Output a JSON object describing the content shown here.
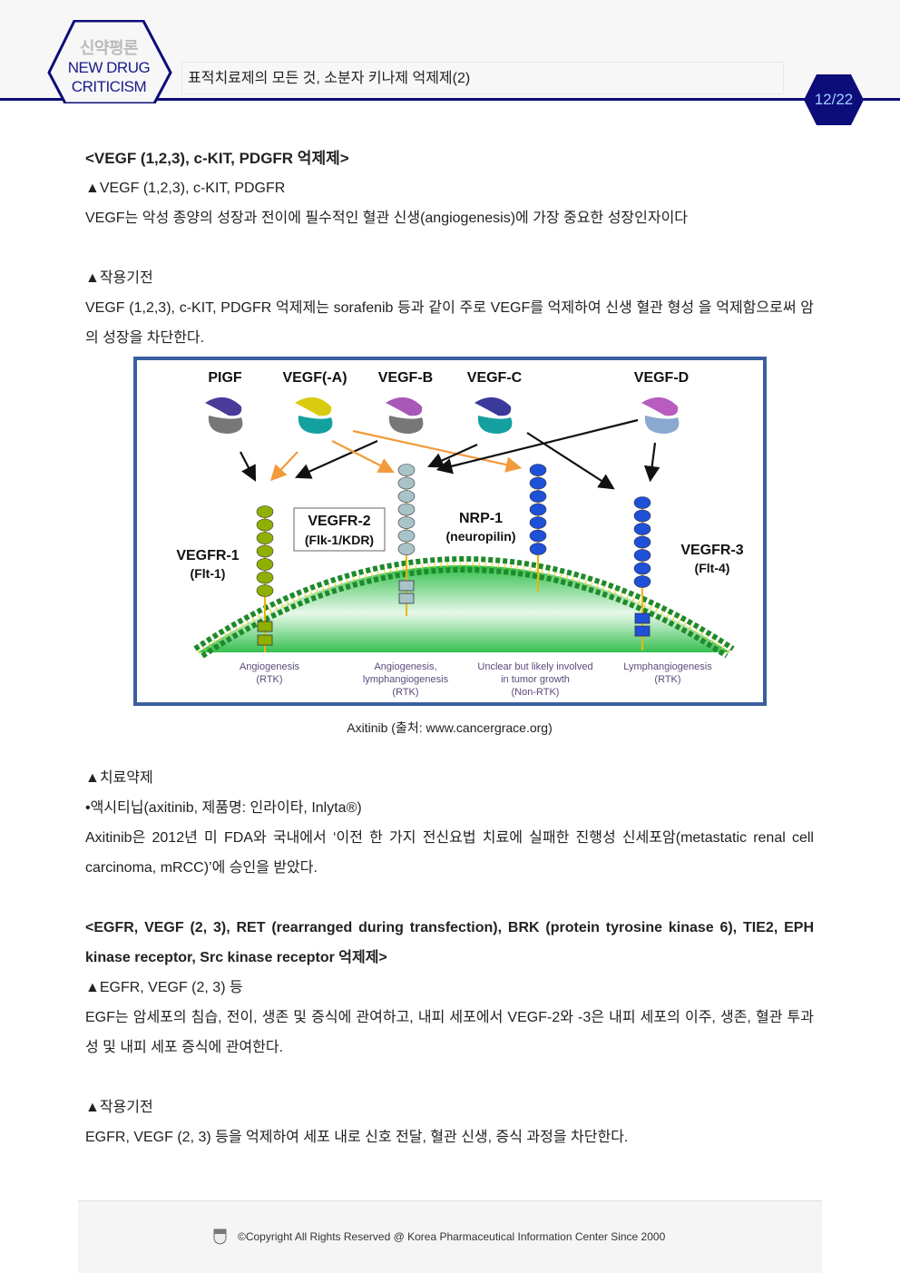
{
  "header": {
    "logo_kr": "신약평론",
    "logo_en1": "NEW DRUG",
    "logo_en2": "CRITICISM",
    "title": "표적치료제의 모든 것, 소분자 키나제 억제제(2)",
    "page": "12/22"
  },
  "s1": {
    "heading": "<VEGF (1,2,3), c-KIT, PDGFR 억제제>",
    "sub1": "▲VEGF (1,2,3), c-KIT, PDGFR",
    "p1": "VEGF는 악성 종양의 성장과 전이에 필수적인 혈관 신생(angiogenesis)에 가장 중요한 성장인자이다",
    "sub2": "▲작용기전",
    "p2a": "VEGF (1,2,3), c-KIT, PDGFR 억제제는 sorafenib 등과 같이 주로 VEGF를 억제하여 신생 혈관 형성",
    "p2b": "을 억제함으로써 암의 성장을 차단한다."
  },
  "figure": {
    "ligands": [
      "PIGF",
      "VEGF(-A)",
      "VEGF-B",
      "VEGF-C",
      "VEGF-D"
    ],
    "receptors": {
      "r1": "VEGFR-1",
      "r1b": "(Flt-1)",
      "r2": "VEGFR-2",
      "r2b": "(Flk-1/KDR)",
      "nrp": "NRP-1",
      "nrpb": "(neuropilin)",
      "r3": "VEGFR-3",
      "r3b": "(Flt-4)"
    },
    "bottom": [
      [
        "Angiogenesis",
        "(RTK)"
      ],
      [
        "Angiogenesis,",
        "lymphangiogenesis",
        "(RTK)"
      ],
      [
        "Unclear but likely involved",
        "in tumor growth",
        "(Non-RTK)"
      ],
      [
        "Lymphangiogenesis",
        "(RTK)"
      ]
    ],
    "caption": "Axitinib (출처: www.cancergrace.org)"
  },
  "s2": {
    "sub": "▲치료약제",
    "bullet": "•액시티닙(axitinib, 제품명: 인라이타, Inlyta®)",
    "p1a": "Axitinib은 2012년 미 FDA와 국내에서 ‘이전 한 가지 전신요법 치료에 실패한 진행성 신세포암(metastatic",
    "p1b": "renal cell carcinoma, mRCC)’에 승인을 받았다."
  },
  "s3": {
    "heading1": "<EGFR, VEGF (2, 3), RET (rearranged during transfection), BRK (protein tyrosine kinase 6),",
    "heading2": "TIE2, EPH kinase receptor, Src kinase receptor 억제제>",
    "sub1": "▲EGFR, VEGF (2, 3) 등",
    "p1a": "EGF는 암세포의 침습, 전이, 생존 및 증식에 관여하고, 내피 세포에서 VEGF-2와 -3은 내피 세포의",
    "p1b": "이주, 생존, 혈관 투과성 및 내피 세포 증식에 관여한다.",
    "sub2": "▲작용기전",
    "p2": "EGFR, VEGF (2, 3) 등을 억제하여 세포 내로 신호 전달, 혈관 신생, 증식 과정을 차단한다."
  },
  "footer": {
    "copyright": "©Copyright All Rights Reserved @ Korea Pharmaceutical Information Center Since 2000"
  }
}
